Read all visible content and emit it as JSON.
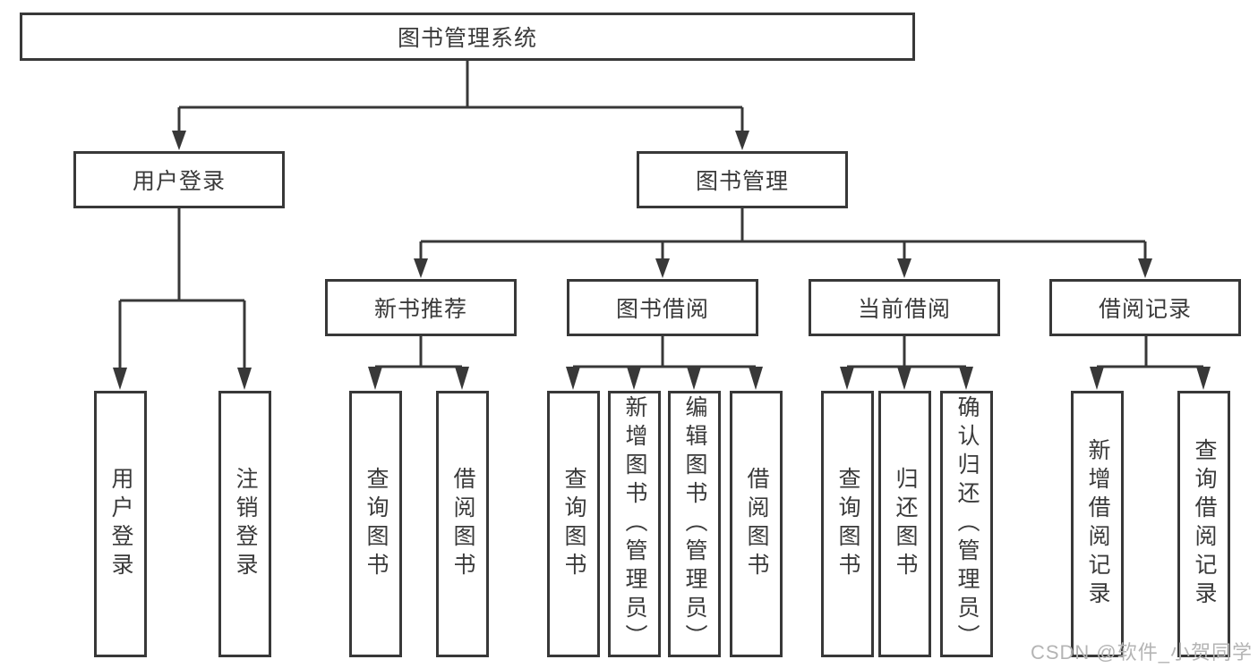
{
  "diagram": {
    "root": "图书管理系统",
    "user_login": {
      "label": "用户登录",
      "children": [
        "用户登录",
        "注销登录"
      ]
    },
    "book_mgmt": {
      "label": "图书管理",
      "sections": [
        {
          "label": "新书推荐",
          "children": [
            "查询图书",
            "借阅图书"
          ]
        },
        {
          "label": "图书借阅",
          "children": [
            "查询图书",
            "新增图书（管理员）",
            "编辑图书（管理员）",
            "借阅图书"
          ]
        },
        {
          "label": "当前借阅",
          "children": [
            "查询图书",
            "归还图书",
            "确认归还（管理员）"
          ]
        },
        {
          "label": "借阅记录",
          "children": [
            "新增借阅记录",
            "查询借阅记录"
          ]
        }
      ]
    }
  },
  "watermark": "CSDN @软件_小贺同学",
  "colors": {
    "line": "#383838",
    "box_border": "#383838",
    "text": "#3a3a3a",
    "watermark": "#b4b4b4",
    "background": "#ffffff"
  }
}
